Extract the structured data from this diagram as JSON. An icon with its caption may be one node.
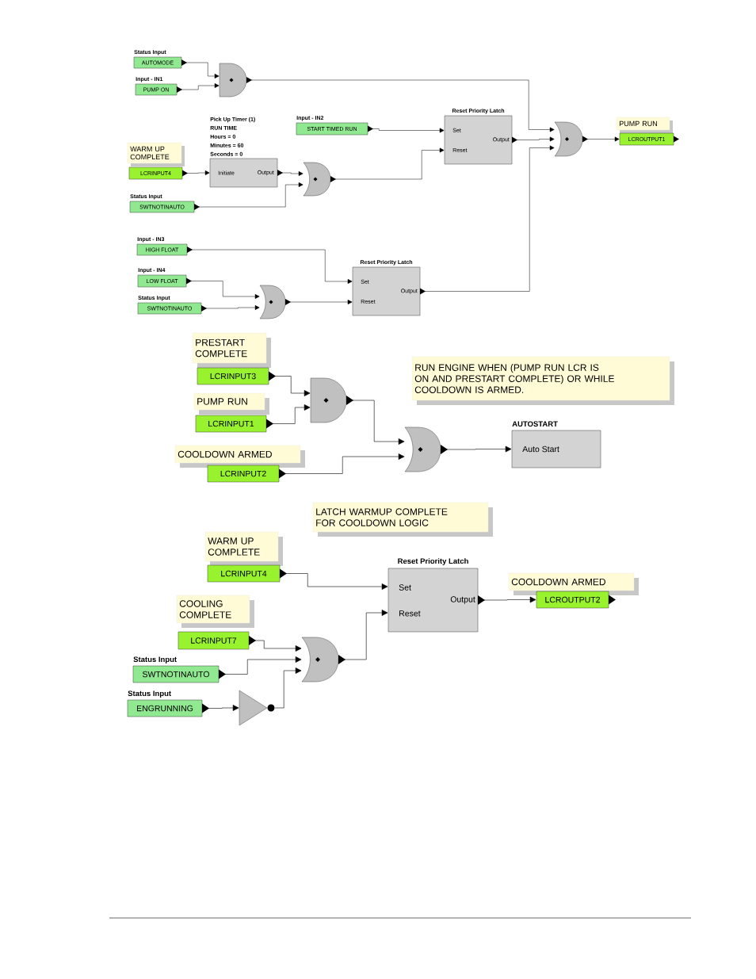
{
  "diagram": {
    "nodes": [
      {
        "text": [
          "Status Input",
          "AUTOMODE"
        ]
      },
      {
        "text": [
          "Input - IN1",
          "PUMP ON"
        ]
      },
      {
        "text": [],
        "shape": "and-gate"
      },
      {
        "text": [
          "WARM UP COMPLETE"
        ]
      },
      {
        "text": [
          "LCRINPUT4"
        ]
      },
      {
        "text": [
          "Initiate",
          "Output"
        ],
        "beside": [
          "Pick Up Timer (1)",
          "RUN TIME",
          "Hours = 0",
          "Minutes = 60",
          "Seconds = 0"
        ]
      },
      {
        "text": [
          "Status Input",
          "SWTNOTINAUTO"
        ]
      },
      {
        "text": [],
        "shape": "or-gate"
      },
      {
        "text": [
          "Input - IN2",
          "START TIMED RUN"
        ]
      },
      {
        "text": [
          "Reset Priority Latch",
          "Set",
          "Reset",
          "Output"
        ]
      },
      {
        "text": [
          "PUMP RUN"
        ]
      },
      {
        "text": [],
        "shape": "or-gate"
      },
      {
        "text": [
          "LCROUTPUT1"
        ]
      },
      {
        "text": [
          "Input - IN3",
          "HIGH FLOAT"
        ]
      },
      {
        "text": [
          "Input - IN4",
          "LOW FLOAT"
        ]
      },
      {
        "text": [
          "Status Input",
          "SWTNOTINAUTO"
        ]
      },
      {
        "text": [],
        "shape": "or-gate"
      },
      {
        "text": [
          "Reset Priority Latch",
          "Set",
          "Reset",
          "Output"
        ]
      },
      {
        "text": [
          "PRESTART COMPLETE"
        ]
      },
      {
        "text": [
          "LCRINPUT3"
        ]
      },
      {
        "text": [
          "PUMP RUN"
        ]
      },
      {
        "text": [
          "LCRINPUT1"
        ]
      },
      {
        "text": [],
        "shape": "and-gate"
      },
      {
        "text": [
          "RUN ENGINE WHEN (PUMP RUN LCR IS ON AND PRESTART COMPLETE) OR WHILE COOLDOWN IS ARMED."
        ]
      },
      {
        "text": [
          "COOLDOWN ARMED"
        ]
      },
      {
        "text": [
          "LCRINPUT2"
        ]
      },
      {
        "text": [],
        "shape": "or-gate"
      },
      {
        "text": [
          "AUTOSTART",
          "Auto Start"
        ]
      },
      {
        "text": [
          "LATCH WARMUP COMPLETE FOR COOLDOWN LOGIC"
        ]
      },
      {
        "text": [
          "WARM UP COMPLETE"
        ]
      },
      {
        "text": [
          "LCRINPUT4"
        ]
      },
      {
        "text": [
          "COOLING COMPLETE"
        ]
      },
      {
        "text": [
          "LCRINPUT7"
        ]
      },
      {
        "text": [
          "Status Input",
          "SWTNOTINAUTO"
        ]
      },
      {
        "text": [
          "Status Input",
          "ENGRUNNING"
        ]
      },
      {
        "text": [],
        "shape": "inverter"
      },
      {
        "text": [],
        "shape": "or-gate"
      },
      {
        "text": [
          "Reset Priority Latch",
          "Set",
          "Reset",
          "Output"
        ]
      },
      {
        "text": [
          "COOLDOWN ARMED"
        ]
      },
      {
        "text": [
          "LCROUTPUT2"
        ]
      }
    ],
    "edges": [
      {
        "from": 0,
        "to": 2,
        "arrow": "to"
      },
      {
        "from": 1,
        "to": 2,
        "arrow": "to"
      },
      {
        "from": 2,
        "to": 11,
        "arrow": "to"
      },
      {
        "from": 4,
        "to": 5,
        "arrow": "to"
      },
      {
        "from": 5,
        "to": 7,
        "arrow": "to"
      },
      {
        "from": 6,
        "to": 7,
        "arrow": "to"
      },
      {
        "from": 8,
        "to": 9,
        "arrow": "to"
      },
      {
        "from": 7,
        "to": 9,
        "arrow": "to"
      },
      {
        "from": 9,
        "to": 11,
        "arrow": "to"
      },
      {
        "from": 17,
        "to": 11,
        "arrow": "to"
      },
      {
        "from": 11,
        "to": 12,
        "arrow": "to"
      },
      {
        "from": 13,
        "to": 17,
        "arrow": "to"
      },
      {
        "from": 14,
        "to": 16,
        "arrow": "to"
      },
      {
        "from": 15,
        "to": 16,
        "arrow": "to"
      },
      {
        "from": 16,
        "to": 17,
        "arrow": "to"
      },
      {
        "from": 19,
        "to": 22,
        "arrow": "to"
      },
      {
        "from": 21,
        "to": 22,
        "arrow": "to"
      },
      {
        "from": 22,
        "to": 26,
        "arrow": "to"
      },
      {
        "from": 25,
        "to": 26,
        "arrow": "to"
      },
      {
        "from": 26,
        "to": 27,
        "arrow": "to"
      },
      {
        "from": 30,
        "to": 37,
        "arrow": "to"
      },
      {
        "from": 32,
        "to": 36,
        "arrow": "to"
      },
      {
        "from": 33,
        "to": 36,
        "arrow": "to"
      },
      {
        "from": 34,
        "to": 35,
        "arrow": "to"
      },
      {
        "from": 35,
        "to": 36,
        "arrow": "to"
      },
      {
        "from": 36,
        "to": 37,
        "arrow": "to"
      },
      {
        "from": 37,
        "to": 39,
        "arrow": "to"
      }
    ]
  }
}
